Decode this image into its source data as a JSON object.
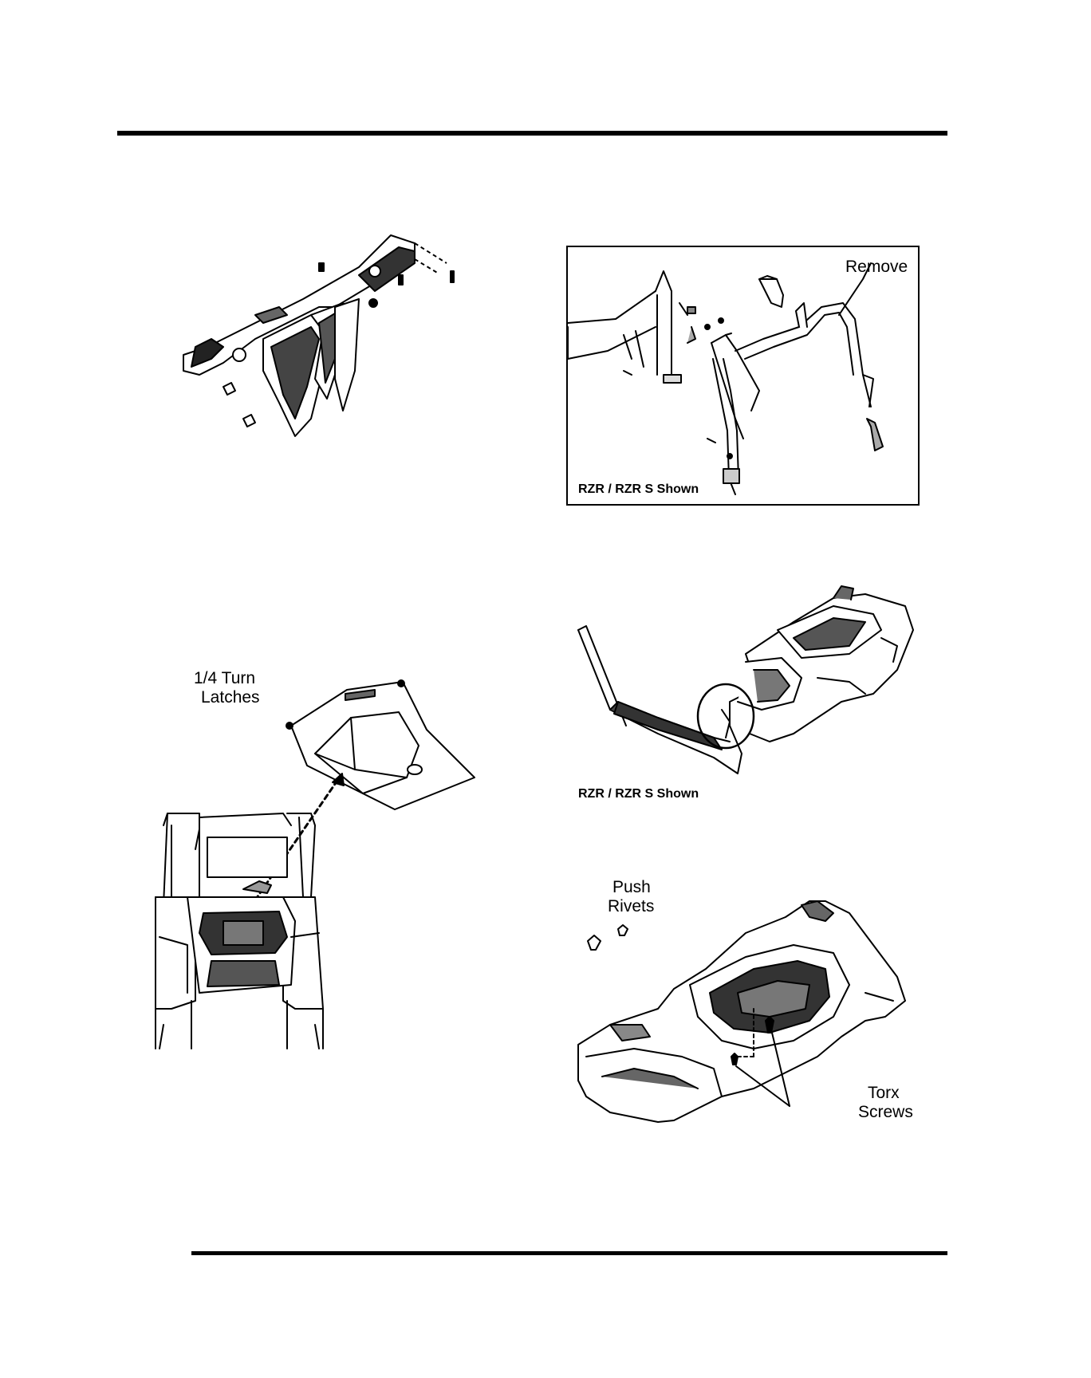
{
  "figures": {
    "roll_cage": {
      "label_remove": "Remove",
      "caption": "RZR / RZR S Shown"
    },
    "hood": {
      "label_latches_line1": "1/4 Turn",
      "label_latches_line2": "Latches"
    },
    "rear_fender": {
      "caption": "RZR / RZR S Shown"
    },
    "rear_box": {
      "label_rivets_line1": "Push",
      "label_rivets_line2": "Rivets",
      "label_screws_line1": "Torx",
      "label_screws_line2": "Screws"
    }
  }
}
